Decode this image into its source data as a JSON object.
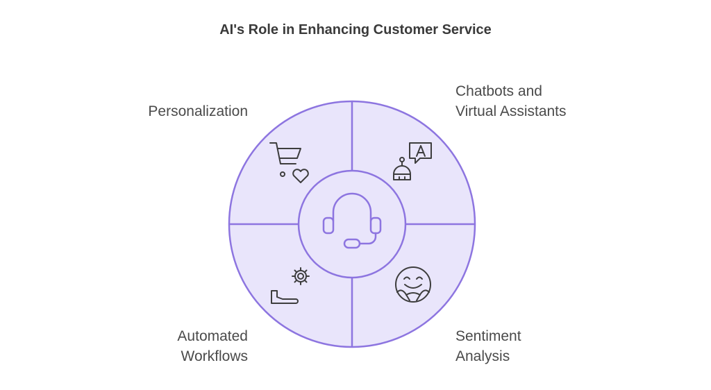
{
  "diagram": {
    "title": "AI's Role in Enhancing Customer Service",
    "center": {
      "icon": "headset-icon"
    },
    "segments": [
      {
        "position": "top-left",
        "lines": [
          "Personalization"
        ],
        "icon": "cart-heart-icon"
      },
      {
        "position": "top-right",
        "lines": [
          "Chatbots and",
          "Virtual Assistants"
        ],
        "icon": "chatbot-icon"
      },
      {
        "position": "bottom-left",
        "lines": [
          "Automated",
          "Workflows"
        ],
        "icon": "workflow-icon"
      },
      {
        "position": "bottom-right",
        "lines": [
          "Sentiment",
          "Analysis"
        ],
        "icon": "hugging-face-icon"
      }
    ],
    "colors": {
      "fill": "#e9e5fb",
      "stroke": "#8d75e0",
      "icon": "#3d3d3d",
      "text": "#4a4a4a"
    }
  }
}
